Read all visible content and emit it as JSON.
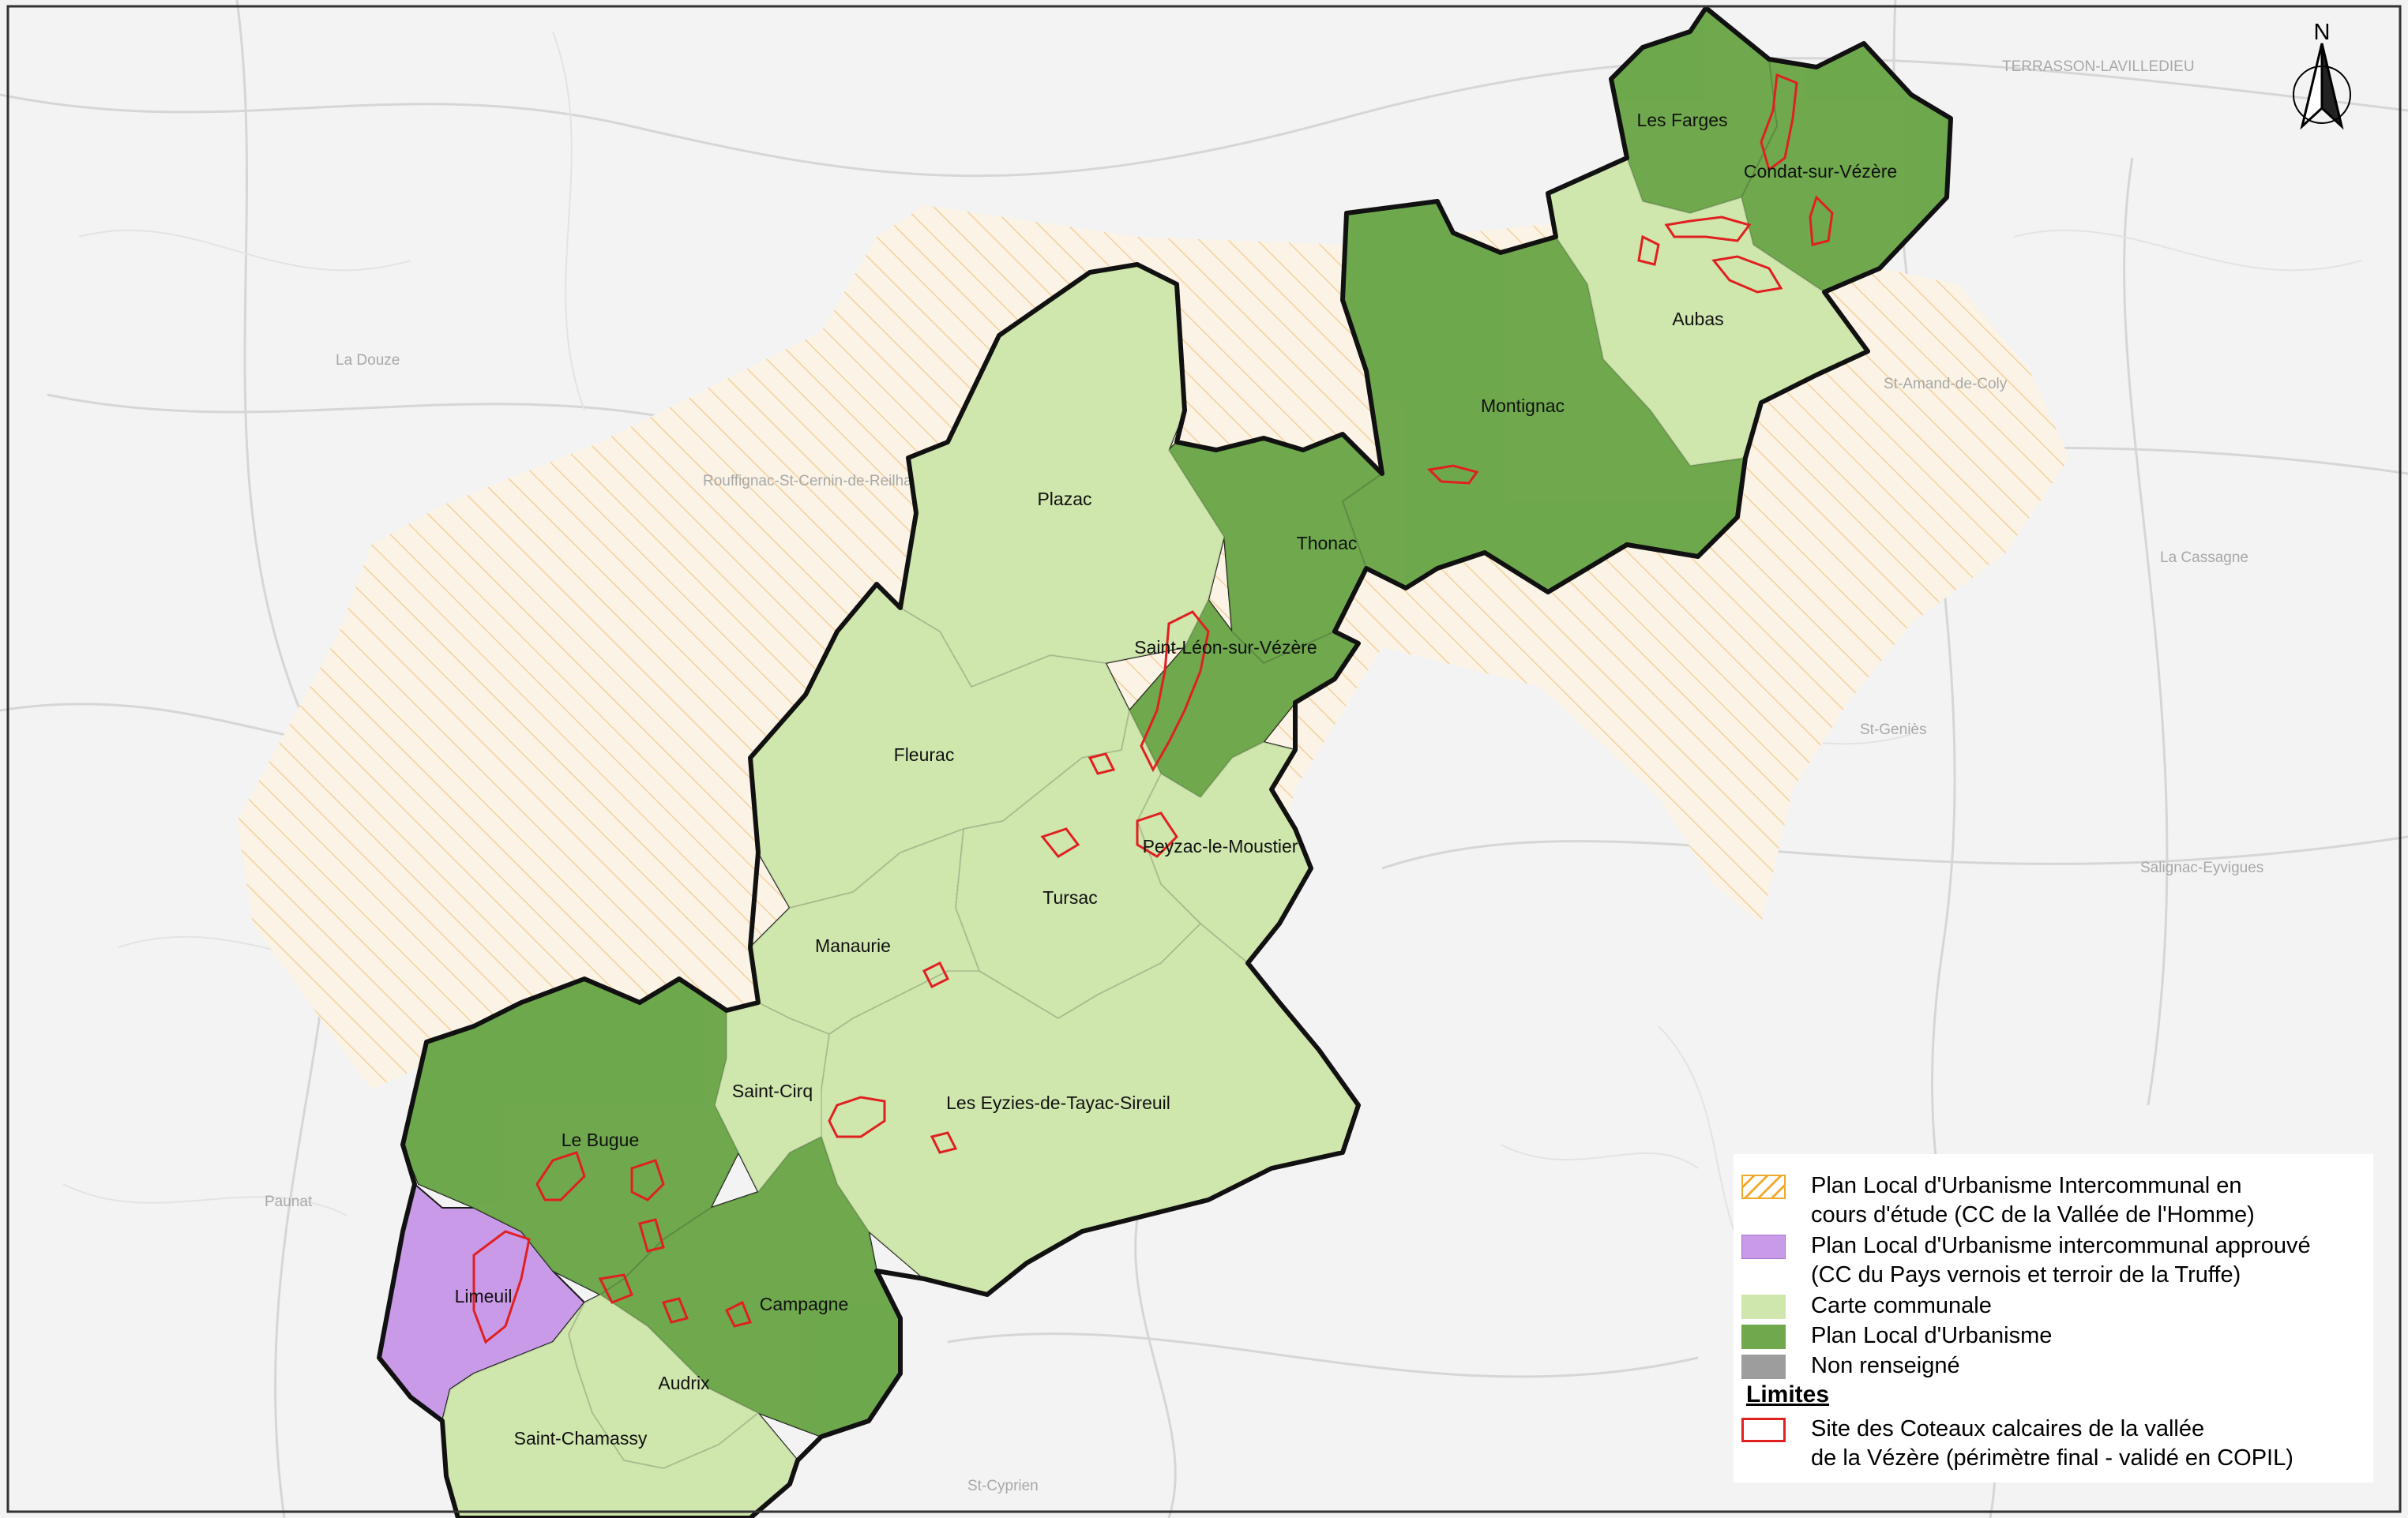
{
  "colors": {
    "hatch": "#f2a82a",
    "pluiApprouve": "#c99ae8",
    "carte": "#cfe6ad",
    "plu": "#6fa84d",
    "nonRenseigne": "#9d9d9d",
    "site": "#e02020"
  },
  "north": {
    "label": "N",
    "icon": "north-arrow-icon"
  },
  "communes": [
    {
      "id": "les-farges",
      "name": "Les Farges"
    },
    {
      "id": "condat",
      "name": "Condat-sur-Vézère"
    },
    {
      "id": "aubas",
      "name": "Aubas"
    },
    {
      "id": "montignac",
      "name": "Montignac"
    },
    {
      "id": "plazac",
      "name": "Plazac"
    },
    {
      "id": "thonac",
      "name": "Thonac"
    },
    {
      "id": "saint-leon",
      "name": "Saint-Léon-sur-Vézère"
    },
    {
      "id": "fleurac",
      "name": "Fleurac"
    },
    {
      "id": "peyzac",
      "name": "Peyzac-le-Moustier"
    },
    {
      "id": "tursac",
      "name": "Tursac"
    },
    {
      "id": "manaurie",
      "name": "Manaurie"
    },
    {
      "id": "saint-cirq",
      "name": "Saint-Cirq"
    },
    {
      "id": "les-eyzies",
      "name": "Les Eyzies-de-Tayac-Sireuil"
    },
    {
      "id": "le-bugue",
      "name": "Le Bugue"
    },
    {
      "id": "limeuil",
      "name": "Limeuil"
    },
    {
      "id": "campagne",
      "name": "Campagne"
    },
    {
      "id": "audrix",
      "name": "Audrix"
    },
    {
      "id": "saint-chamassy",
      "name": "Saint-Chamassy"
    }
  ],
  "background_places": [
    "TERRASSON-LAVILLEDIEU",
    "Rouffignac-St-Cernin-de-Reilhac",
    "St-Amand-de-Coly",
    "La Cassagne",
    "St-Geniès",
    "Salignac-Eyvigues",
    "St-Cyprien",
    "Paunat",
    "La Douze"
  ],
  "legend": {
    "items": [
      {
        "key": "plui-etude",
        "text": "Plan Local d'Urbanisme Intercommunal en\ncours d'étude (CC de la Vallée de l'Homme)"
      },
      {
        "key": "plui-approuve",
        "text": "Plan Local d'Urbanisme intercommunal approuvé\n(CC du Pays vernois et terroir de la Truffe)"
      },
      {
        "key": "carte",
        "text": "Carte communale"
      },
      {
        "key": "plu",
        "text": "Plan Local d'Urbanisme"
      },
      {
        "key": "non-renseigne",
        "text": "Non renseigné"
      }
    ],
    "limits_title": "Limites",
    "limits_item": {
      "key": "site",
      "text": "Site des Coteaux calcaires de la vallée\nde la Vézère (périmètre final - validé en COPIL)"
    }
  }
}
